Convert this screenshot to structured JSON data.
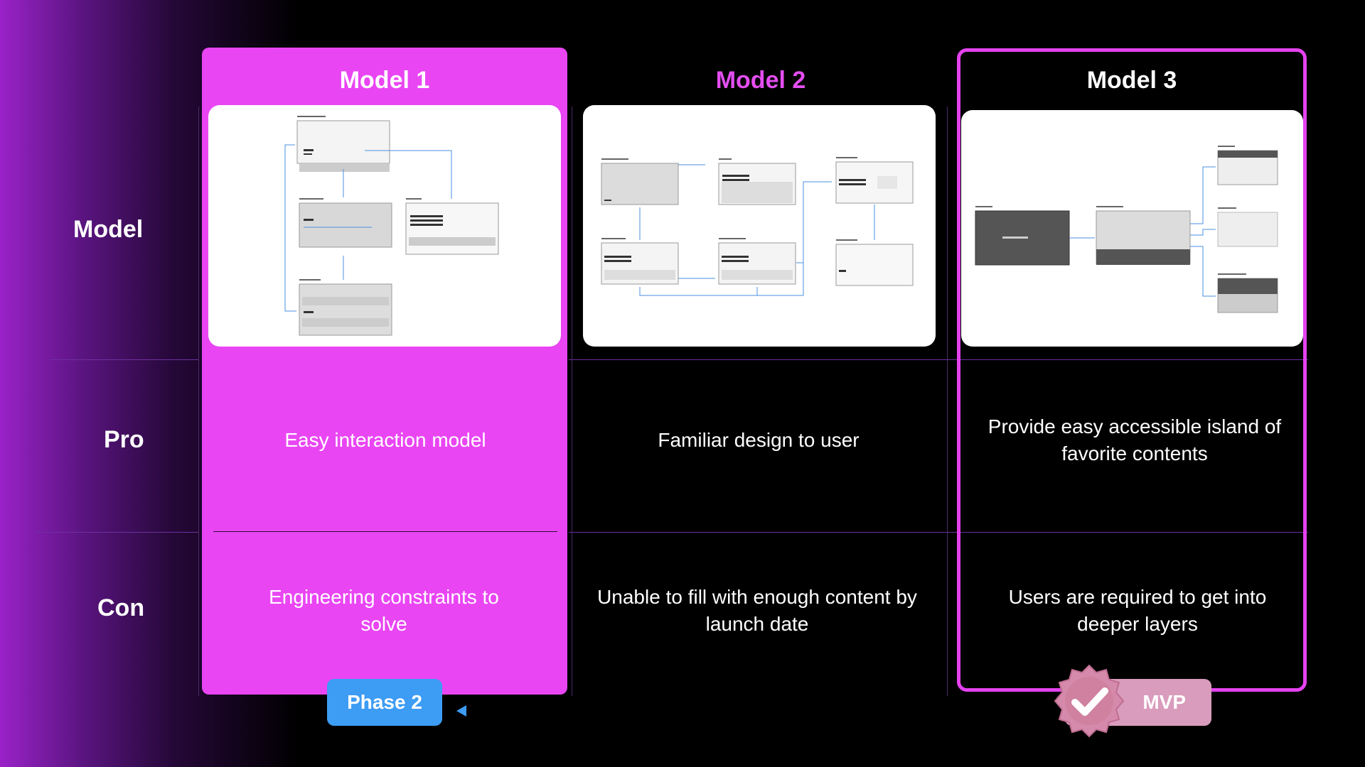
{
  "row_labels": {
    "model": "Model",
    "pro": "Pro",
    "con": "Con"
  },
  "columns": [
    {
      "title": "Model 1",
      "pro": "Easy interaction model",
      "con": "Engineering constraints to solve"
    },
    {
      "title": "Model 2",
      "pro": "Familiar design to user",
      "con": "Unable to fill with enough content by launch date"
    },
    {
      "title": "Model 3",
      "pro": "Provide easy accessible island of favorite contents",
      "con": "Users are required to get into deeper layers"
    }
  ],
  "badges": {
    "phase": "Phase 2",
    "mvp": "MVP"
  },
  "colors": {
    "model1_fill": "#e945f3",
    "model2_title": "#e34ef0",
    "model3_border": "#e542ef",
    "phase_blue": "#3d9cf3",
    "mvp_pink": "#d99cbc"
  },
  "icons": {
    "mvp_badge": "check-badge-icon",
    "flow_arrow": "arrow-left-icon"
  }
}
